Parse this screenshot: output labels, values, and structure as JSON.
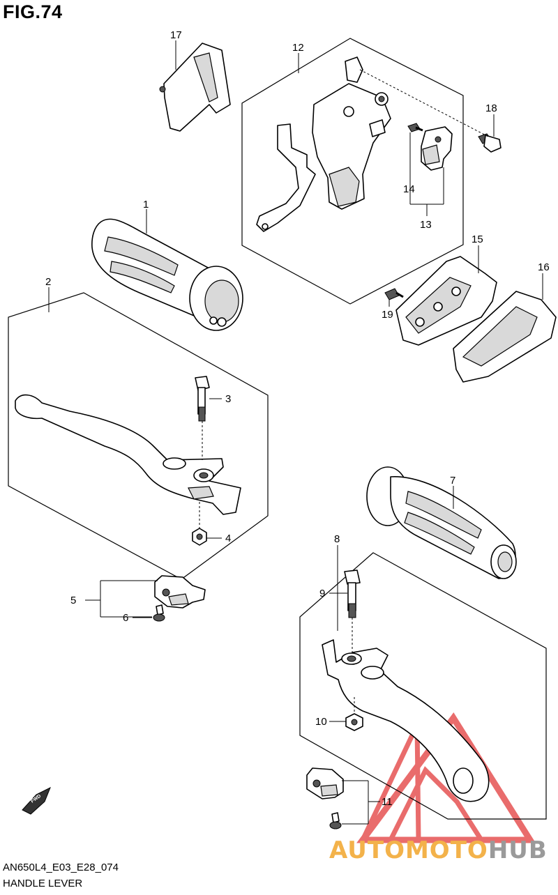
{
  "figure": {
    "title": "FIG.74",
    "model_code": "AN650L4_E03_E28_074",
    "section_name": "HANDLE LEVER"
  },
  "callouts": {
    "c1": "1",
    "c2": "2",
    "c3": "3",
    "c4": "4",
    "c5": "5",
    "c6": "6",
    "c7": "7",
    "c8": "8",
    "c9": "9",
    "c10": "10",
    "c11": "11",
    "c12": "12",
    "c13": "13",
    "c14": "14",
    "c15": "15",
    "c16": "16",
    "c17": "17",
    "c18": "18",
    "c19": "19"
  },
  "direction_arrow": "FWD",
  "watermark": {
    "part_a": "AUTOMOTO",
    "part_b": "HUB",
    "colors": {
      "primary": "#f3b24a",
      "secondary": "#9a9a9a",
      "logo_red": "#e23b3b"
    }
  }
}
